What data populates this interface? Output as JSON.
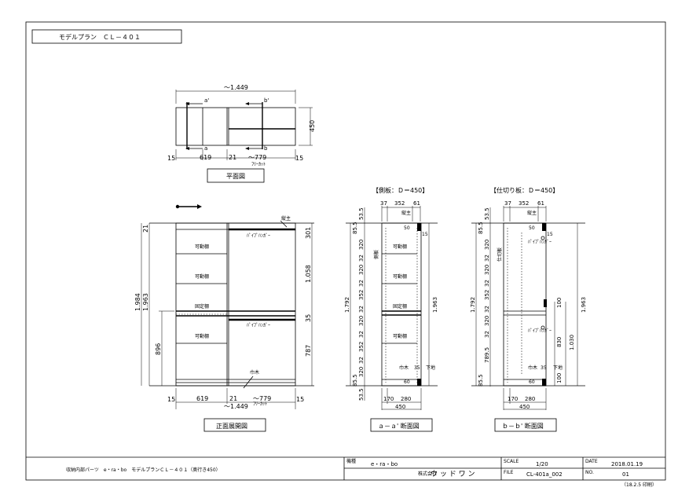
{
  "title": "モデルプラン　ＣＬ－４０１",
  "plan": {
    "width_label": "～1.449",
    "a_top": "a'",
    "b_top": "b'",
    "a_bottom": "a",
    "b_bottom": "b",
    "depth": "450",
    "d15_left": "15",
    "d619": "619",
    "d21": "21",
    "d779": "～779",
    "free_cut": "ﾌﾘｰｶｯﾄ",
    "d15_right": "15",
    "caption": "平面図"
  },
  "front": {
    "post_top": "縦主",
    "pipe_hanger_top": "ﾊﾟｲﾌﾟﾊﾝｶﾞｰ",
    "movable_shelf_1": "可動棚",
    "movable_shelf_2": "可動棚",
    "fixed_shelf": "固定棚",
    "movable_shelf_3": "可動棚",
    "pipe_hanger_mid": "ﾊﾟｲﾌﾟﾊﾝｶﾞｰ",
    "post_bottom": "巾木",
    "h_total": "1.984",
    "h_inner": "1.963",
    "h_top": "21",
    "h_low": "896",
    "h_upper_gap": "1.058",
    "h_rod_top": "301",
    "h_rod_mid": "35",
    "h_lower_gap": "787",
    "d15_left": "15",
    "d619": "619",
    "d21": "21",
    "d779": "～779",
    "d15_right": "15",
    "width_label": "～1.449",
    "free_cut": "ﾌﾘｰｶｯﾄ",
    "caption": "正面展開図"
  },
  "section_a": {
    "header": "【側板：Ｄ＝450】",
    "d37": "37",
    "d352": "352",
    "d61": "61",
    "post_top": "縦主",
    "d50": "50",
    "d15": "15",
    "movable_shelf_1": "可動棚",
    "movable_shelf_2": "可動棚",
    "fixed_shelf": "固定棚",
    "movable_shelf_3": "可動棚",
    "side_panel": "側板",
    "plinth": "巾木",
    "d35": "35",
    "leg": "下地",
    "d60": "60",
    "v_top": "53.5",
    "v_85a": "85.5",
    "v_320a": "320",
    "v_32a": "32",
    "v_320b": "320",
    "v_32b": "32",
    "v_352a": "352",
    "v_32c": "32",
    "v_320c": "320",
    "v_32d": "32",
    "v_352b": "352",
    "v_32e": "32",
    "v_320d": "320",
    "v_85b": "85.5",
    "v_bottom": "53.5",
    "h_total": "1.792",
    "h_right": "1.963",
    "d170": "170",
    "d280": "280",
    "d450": "450",
    "caption": "ａ－ａ' 断面図"
  },
  "section_b": {
    "header": "【仕切り板：Ｄ＝450】",
    "d37": "37",
    "d352": "352",
    "d61": "61",
    "post_top": "縦主",
    "pipe_hanger_top": "ﾊﾟｲﾌﾟﾊﾝｶﾞｰ",
    "pipe_hanger_mid": "ﾊﾟｲﾌﾟﾊﾝｶﾞｰ",
    "partition": "仕切板",
    "d50": "50",
    "d15": "15",
    "plinth": "巾木",
    "d35": "35",
    "leg": "下地",
    "d60": "60",
    "v_top": "53.5",
    "v_85a": "85.5",
    "v_320a": "320",
    "v_32a": "32",
    "v_320b": "320",
    "v_32b": "32",
    "v_352": "352",
    "v_32c": "32",
    "v_320c": "320",
    "v_32d": "32",
    "v_789": "789.5",
    "v_85b": "85.5",
    "h_total": "1.792",
    "h_100a": "100",
    "h_100b": "100",
    "h_830": "830",
    "h_1030": "1.030",
    "h_right": "1.963",
    "d170": "170",
    "d280": "280",
    "d450": "450",
    "caption": "ｂ－ｂ' 断面図"
  },
  "title_block": {
    "description": "収納内部パーツ　e・ra・bo　モデルプランＣＬ－４０１（奥行き450）",
    "series_label": "機種",
    "series": "e・ra・bo",
    "company_label": "株式会社",
    "company": "ウ ッ ド ワ ン",
    "scale_label": "SCALE",
    "scale": "1/20",
    "file_label": "FILE",
    "file": "CL-401a_002",
    "date_label": "DATE",
    "date": "2018.01.19",
    "no_label": "NO.",
    "no": "01",
    "revision": "（18.2.5 印刷）"
  }
}
